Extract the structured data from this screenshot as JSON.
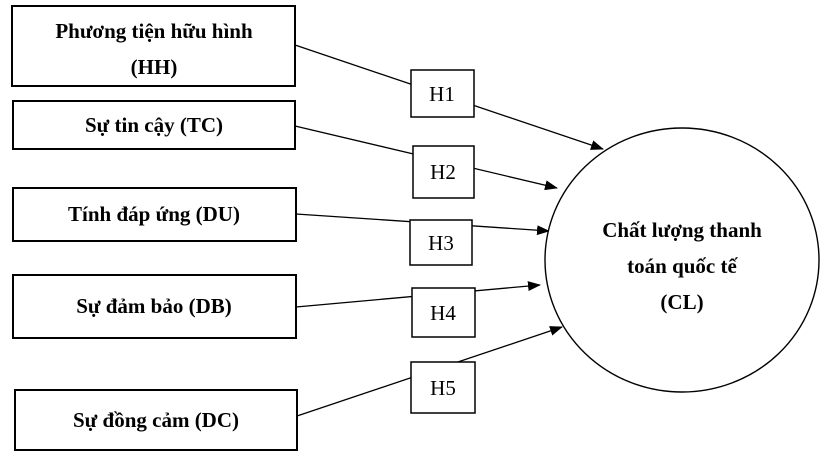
{
  "colors": {
    "ink": "#000000",
    "paper": "#ffffff"
  },
  "factors": [
    {
      "code": "HH",
      "lines": [
        "Phương tiện hữu hình",
        "(HH)"
      ]
    },
    {
      "code": "TC",
      "lines": [
        "Sự tin cậy (TC)"
      ]
    },
    {
      "code": "DU",
      "lines": [
        "Tính đáp ứng (DU)"
      ]
    },
    {
      "code": "DB",
      "lines": [
        "Sự đảm bảo (DB)"
      ]
    },
    {
      "code": "DC",
      "lines": [
        "Sự đồng cảm (DC)"
      ]
    }
  ],
  "hypotheses": [
    "H1",
    "H2",
    "H3",
    "H4",
    "H5"
  ],
  "outcome": {
    "code": "CL",
    "lines": [
      "Chất lượng thanh",
      "toán quốc tế",
      "(CL)"
    ]
  }
}
